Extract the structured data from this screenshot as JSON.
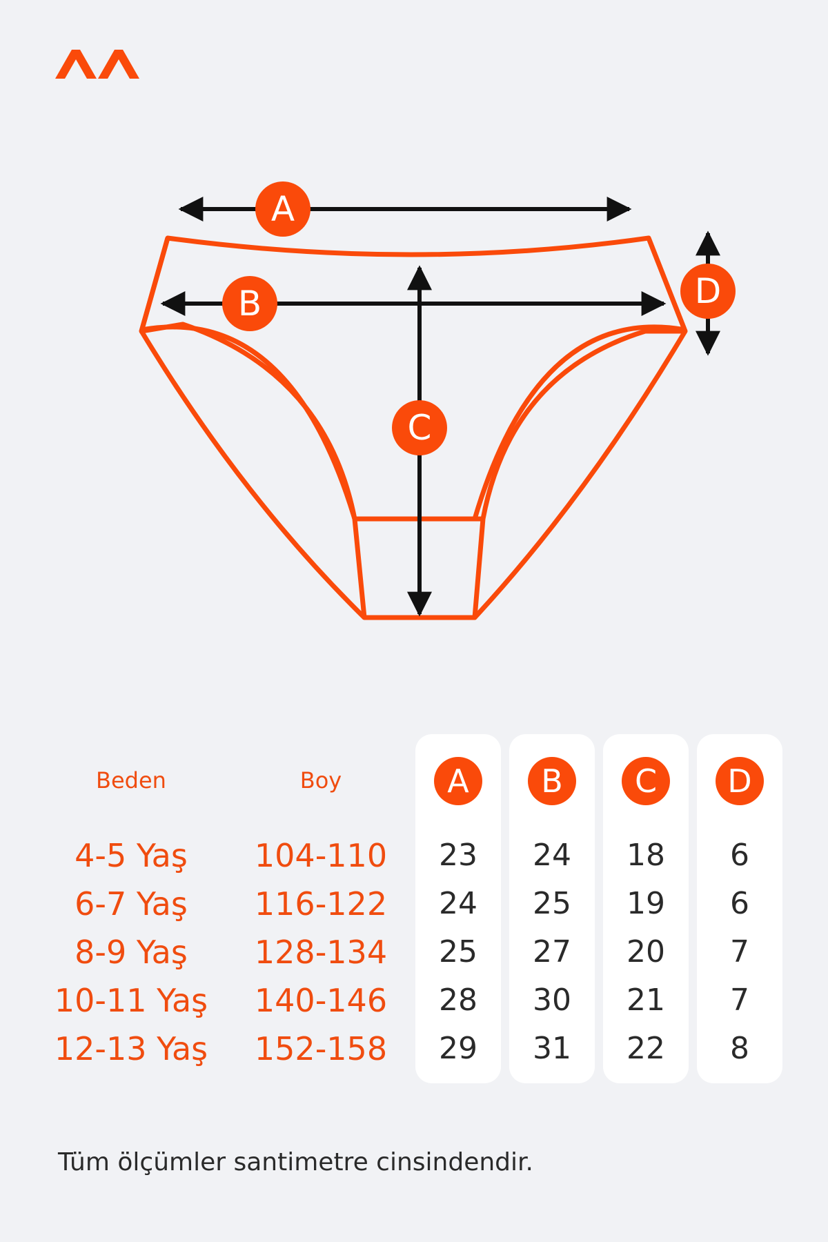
{
  "colors": {
    "accent": "#fa4a0a",
    "text": "#2a2a2a",
    "background": "#f1f2f5",
    "card": "#ffffff"
  },
  "icons": {
    "logo": "brand-chevrons-logo"
  },
  "diagram": {
    "labels": {
      "a": "A",
      "b": "B",
      "c": "C",
      "d": "D"
    }
  },
  "table": {
    "headers": {
      "size": "Beden",
      "height": "Boy",
      "a": "A",
      "b": "B",
      "c": "C",
      "d": "D"
    },
    "rows": [
      {
        "size": "4-5 Yaş",
        "height": "104-110",
        "a": "23",
        "b": "24",
        "c": "18",
        "d": "6"
      },
      {
        "size": "6-7 Yaş",
        "height": "116-122",
        "a": "24",
        "b": "25",
        "c": "19",
        "d": "6"
      },
      {
        "size": "8-9 Yaş",
        "height": "128-134",
        "a": "25",
        "b": "27",
        "c": "20",
        "d": "7"
      },
      {
        "size": "10-11 Yaş",
        "height": "140-146",
        "a": "28",
        "b": "30",
        "c": "21",
        "d": "7"
      },
      {
        "size": "12-13 Yaş",
        "height": "152-158",
        "a": "29",
        "b": "31",
        "c": "22",
        "d": "8"
      }
    ]
  },
  "footnote": "Tüm ölçümler santimetre cinsindendir."
}
